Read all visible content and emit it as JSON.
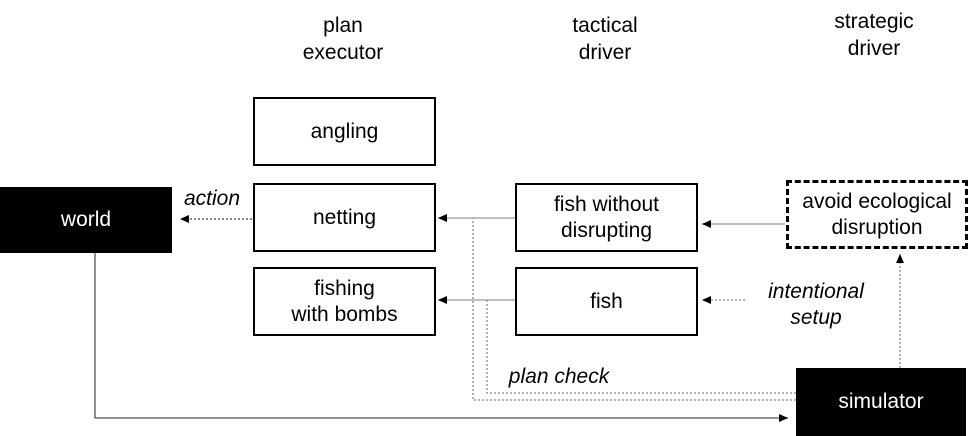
{
  "columns": {
    "plan_executor": "plan\nexecutor",
    "tactical_driver": "tactical\ndriver",
    "strategic_driver": "strategic\ndriver"
  },
  "nodes": {
    "world": "world",
    "angling": "angling",
    "netting": "netting",
    "fishing_with_bombs": "fishing\nwith bombs",
    "fish_without_disrupting": "fish without\ndisrupting",
    "fish": "fish",
    "avoid_ecological_disruption": "avoid ecological\ndisruption",
    "simulator": "simulator"
  },
  "edge_labels": {
    "action": "action",
    "intentional_setup": "intentional\nsetup",
    "plan_check": "plan check"
  },
  "colors": {
    "line": "#000000",
    "dotted_line": "#888888",
    "solid_gray_line": "#999999"
  }
}
